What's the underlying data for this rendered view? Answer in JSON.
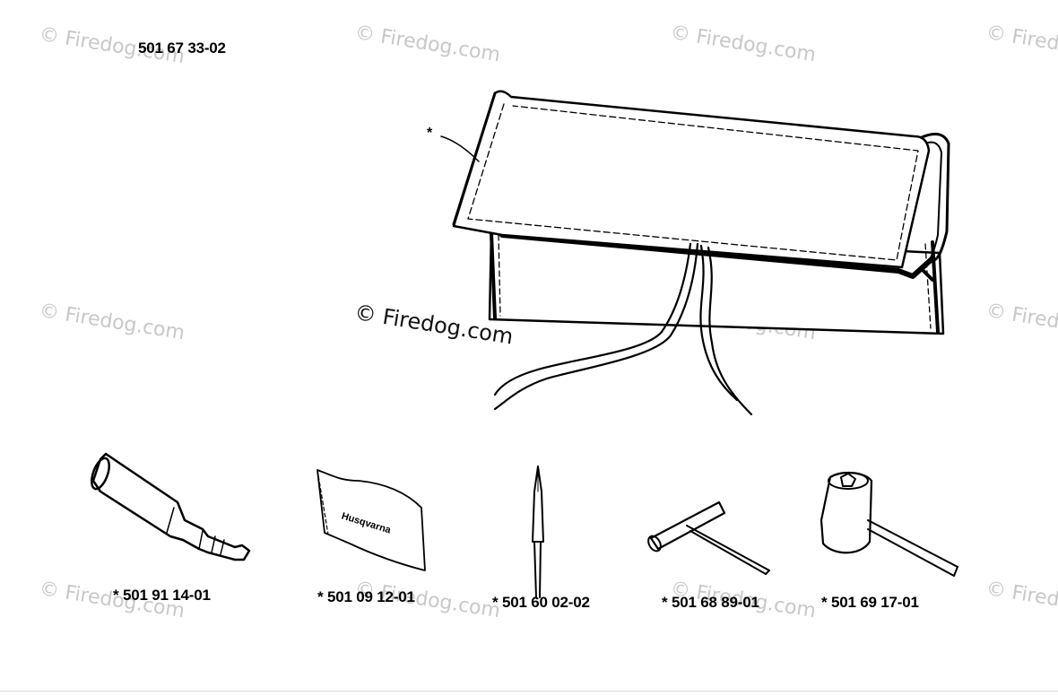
{
  "header": {
    "assembly_number": "501 67 33-02"
  },
  "pouch": {
    "callout": "*"
  },
  "parts": [
    {
      "number": "* 501 91 14-01"
    },
    {
      "number": "* 501 09 12-01"
    },
    {
      "number": "* 501 60 02-02"
    },
    {
      "number": "* 501 68 89-01"
    },
    {
      "number": "* 501 69 17-01"
    }
  ],
  "label_text": "Husqvarna",
  "watermark": "© Firedog.com"
}
